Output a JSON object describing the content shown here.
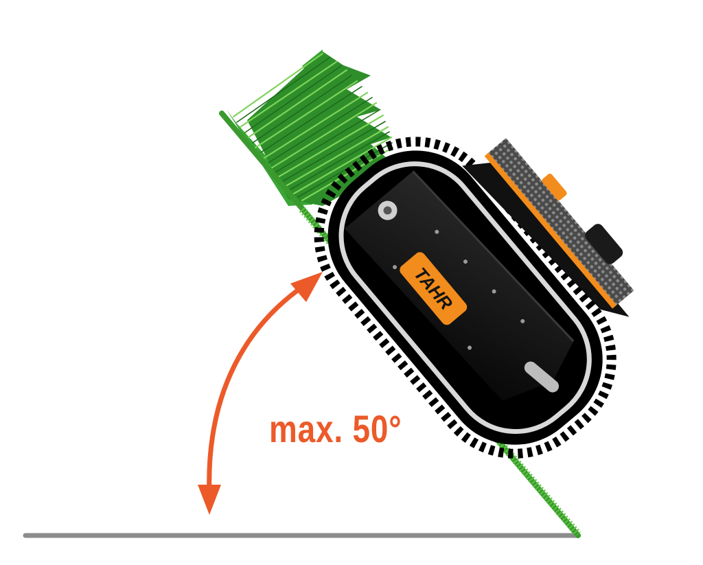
{
  "diagram": {
    "angle_label": "max. 50°",
    "brand_label": "TAHR",
    "max_slope_degrees": 50
  },
  "colors": {
    "accent": "#ec5a29",
    "grass": "#3a9a2e",
    "grass_light": "#5cc441",
    "ground": "#8c8c8c",
    "robot_body": "#141414",
    "robot_orange": "#f28c1c",
    "track_highlight": "#d9d9d9"
  }
}
